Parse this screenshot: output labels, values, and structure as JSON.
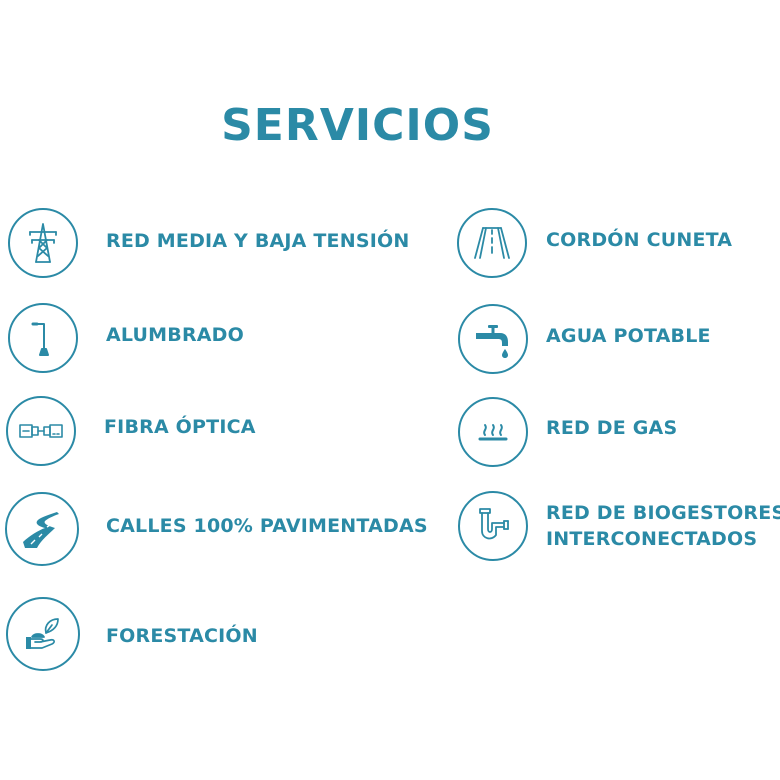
{
  "title": "SERVICIOS",
  "accent_color": "#2b8aa6",
  "left_column": [
    {
      "label": "RED MEDIA Y BAJA TENSIÓN",
      "icon": "power-tower-icon"
    },
    {
      "label": "ALUMBRADO",
      "icon": "street-lamp-icon"
    },
    {
      "label": "FIBRA ÓPTICA",
      "icon": "fiber-optic-cable-icon"
    },
    {
      "label": "CALLES 100% PAVIMENTADAS",
      "icon": "paved-road-icon"
    },
    {
      "label": "FORESTACIÓN",
      "icon": "planting-hand-icon"
    }
  ],
  "right_column": [
    {
      "label": "CORDÓN CUNETA",
      "icon": "road-curb-icon"
    },
    {
      "label": "AGUA POTABLE",
      "icon": "water-faucet-icon"
    },
    {
      "label": "RED DE GAS",
      "icon": "gas-flame-icon"
    },
    {
      "label_line1": "RED DE BIOGESTORES",
      "label_line2": "INTERCONECTADOS",
      "icon": "biodigester-pipes-icon"
    }
  ]
}
